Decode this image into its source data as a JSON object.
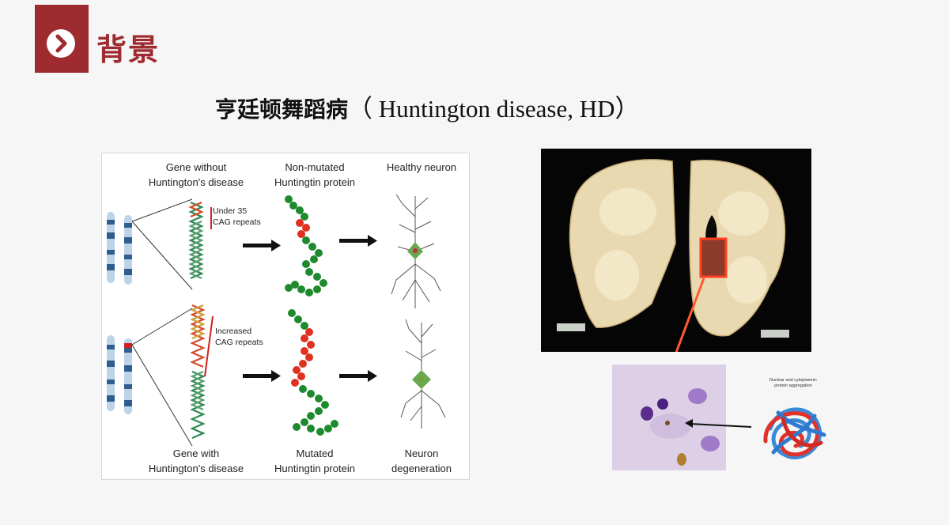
{
  "header": {
    "section_title": "背景",
    "badge_icon": "chevron-right-circle-icon",
    "accent_color": "#9e2b2f"
  },
  "slide": {
    "title_zh": "亨廷顿舞蹈病",
    "title_en": "（ Huntington disease, HD）"
  },
  "figure": {
    "col_gene_top": [
      "Gene without",
      "Huntington's disease"
    ],
    "col_protein_top": [
      "Non-mutated",
      "Huntingtin protein"
    ],
    "col_neuron_top": "Healthy neuron",
    "repeat_top": [
      "Under 35",
      "CAG repeats"
    ],
    "repeat_bottom": [
      "Increased",
      "CAG repeats"
    ],
    "col_gene_bottom": [
      "Gene with",
      "Huntington's disease"
    ],
    "col_protein_bottom": [
      "Mutated",
      "Huntingtin protein"
    ],
    "col_neuron_bottom": [
      "Neuron",
      "degeneration"
    ]
  },
  "aggregate": {
    "label": [
      "Nuclear and cytoplasmic",
      "protein aggregation"
    ]
  }
}
